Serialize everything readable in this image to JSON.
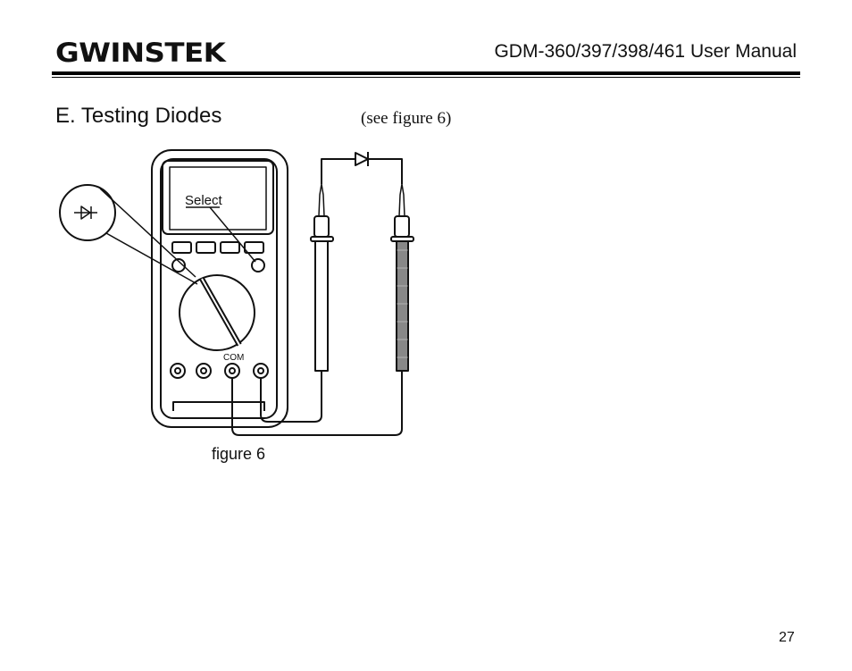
{
  "header": {
    "logo_text": "GWINSTEK",
    "manual_title": "GDM-360/397/398/461 User Manual"
  },
  "section": {
    "title": "E. Testing Diodes",
    "figure_reference": "(see figure 6)"
  },
  "figure": {
    "select_label": "Select",
    "com_label": "COM",
    "caption": "figure 6"
  },
  "footer": {
    "page_number": "27"
  }
}
